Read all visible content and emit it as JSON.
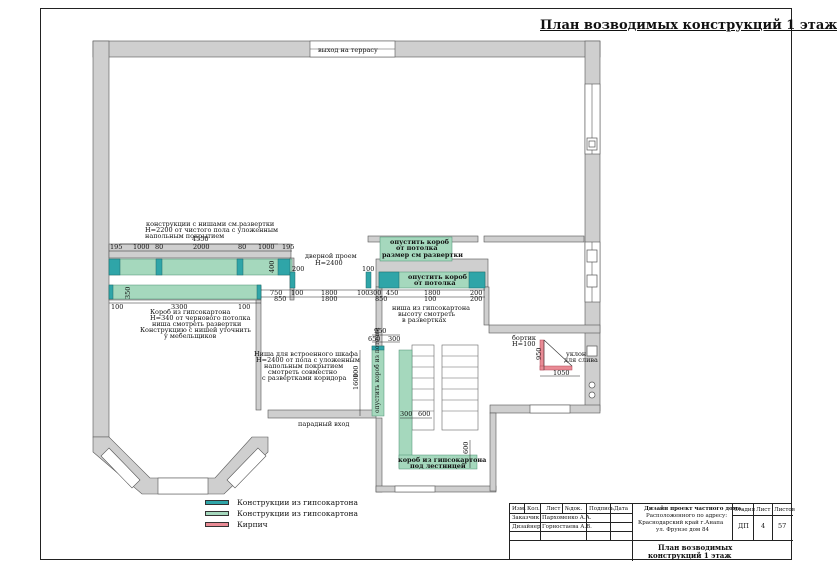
{
  "title": "План возводимых конструкций 1 этаж",
  "labels": {
    "terrace_exit": "выход на террасу",
    "main_entrance": "парадный вход",
    "door_opening_1": "дверной проем",
    "door_opening_2": "Н=2400",
    "note_top": [
      "конструкции с нишами см.развертки",
      "Н=2200 от чистого пола с уложенным",
      "напольным покрытием"
    ],
    "note_box_left": [
      "Короб из гипсокартона",
      "Н=340 от чернового потолка",
      "ниша смотреть развертки",
      "Конструкцию с нишей уточнить",
      "у мебельщиков"
    ],
    "note_ceiling_box_top": [
      "опустить короб",
      "от потолка",
      "размер см развертки"
    ],
    "note_ceiling_box_mid": [
      "опустить короб",
      "от потолка"
    ],
    "note_niche_right": [
      "ниша из гипсокартона",
      "высоту смотреть",
      "в развертках"
    ],
    "note_wardrobe": [
      "Ниша для встроенного шкафа",
      "Н=2400 от пола с уложенным",
      "напольным покрытием",
      "смотреть совместно",
      "с развертками коридора"
    ],
    "note_stair_box_vertical": "опустить короб из потолка",
    "note_stair_box_bottom": [
      "короб из гипсокартона",
      "под лестницей"
    ],
    "note_curb": [
      "бортик",
      "Н=100"
    ],
    "note_slope": [
      "уклон",
      "для слива"
    ]
  },
  "dimensions": {
    "top_row": [
      "195",
      "1000",
      "80",
      "4550",
      "2000",
      "80",
      "1000",
      "195"
    ],
    "vertical": [
      "350",
      "400",
      "1600",
      "950",
      "100",
      "600",
      "600"
    ],
    "bottom_row": [
      "100",
      "3300",
      "100"
    ],
    "mid_row_top": [
      "200",
      "100",
      "100",
      "300",
      "450",
      "1800",
      "200"
    ],
    "mid_row_bottom": [
      "750",
      "100",
      "1800",
      "100",
      "1800",
      "200",
      "850",
      "850"
    ],
    "stair": [
      "950",
      "650",
      "300",
      "300",
      "600"
    ],
    "bath": [
      "950",
      "1050"
    ]
  },
  "legend": [
    {
      "label": "Конструкции из гипсокартона",
      "color": "#2fa5a8"
    },
    {
      "label": "Конструкции из гипсокартона",
      "color": "#a5d8bd"
    },
    {
      "label": "Кирпич",
      "color": "#e98b95"
    }
  ],
  "stamp": {
    "headers": [
      "Изм.",
      "Кол.",
      "Лист",
      "№док.",
      "Подпись",
      "Дата"
    ],
    "rows": [
      {
        "role": "Заказчик",
        "name": "Пархоменко А.А."
      },
      {
        "role": "Дизайнер",
        "name": "Горностаева А.В."
      }
    ],
    "project": [
      "Дизайн проект частного дома,",
      "Расположенного по адресу:",
      "Краснодарский край г.Анапа",
      "ул. Фрунзе дом 84"
    ],
    "sheet_title": [
      "План возводимых",
      "конструкций 1 этаж"
    ],
    "stage_header": "Стадия",
    "stage": "ДП",
    "sheet_header": "Лист",
    "sheet": "4",
    "sheets_header": "Листов",
    "sheets": "57"
  }
}
